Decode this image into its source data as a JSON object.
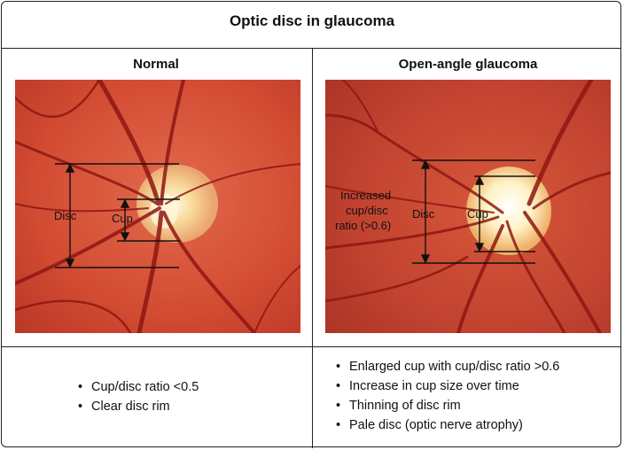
{
  "title": "Optic disc in glaucoma",
  "columns": [
    {
      "heading": "Normal",
      "image_labels": [
        "Disc",
        "Cup"
      ],
      "bullets": [
        "Cup/disc ratio <0.5",
        "Clear disc rim"
      ]
    },
    {
      "heading": "Open-angle glaucoma",
      "image_labels": [
        "Increased",
        "cup/disc",
        "ratio (>0.6)",
        "Disc",
        "Cup"
      ],
      "bullets": [
        "Enlarged cup with cup/disc ratio >0.6",
        "Increase in cup size over time",
        "Thinning of disc rim",
        "Pale disc (optic nerve atrophy)"
      ]
    }
  ],
  "colors": {
    "retina": "#c9412e",
    "vessel": "#8e1713",
    "disc": "#f4d08a",
    "cup": "#fffbe6",
    "border": "#222222"
  }
}
